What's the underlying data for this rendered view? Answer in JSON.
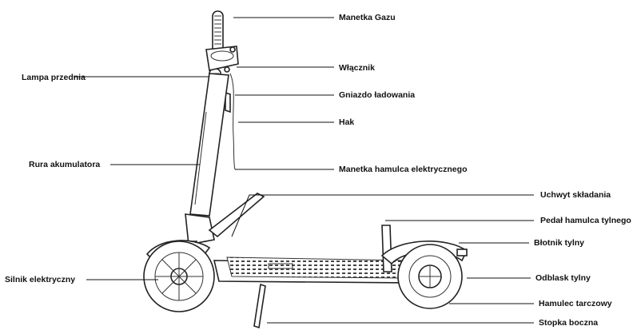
{
  "labels": {
    "throttle": "Manetka Gazu",
    "front_lamp": "Lampa przednia",
    "power_switch": "Włącznik",
    "charging_port": "Gniazdo ładowania",
    "hook": "Hak",
    "battery_tube": "Rura akumulatora",
    "brake_lever": "Manetka hamulca elektrycznego",
    "folding_handle": "Uchwyt składania",
    "rear_brake_pedal": "Pedał hamulca tylnego",
    "rear_fender": "Błotnik tylny",
    "motor": "Silnik elektryczny",
    "rear_reflector": "Odblask tylny",
    "disc_brake": "Hamulec tarczowy",
    "kickstand": "Stopka boczna"
  }
}
